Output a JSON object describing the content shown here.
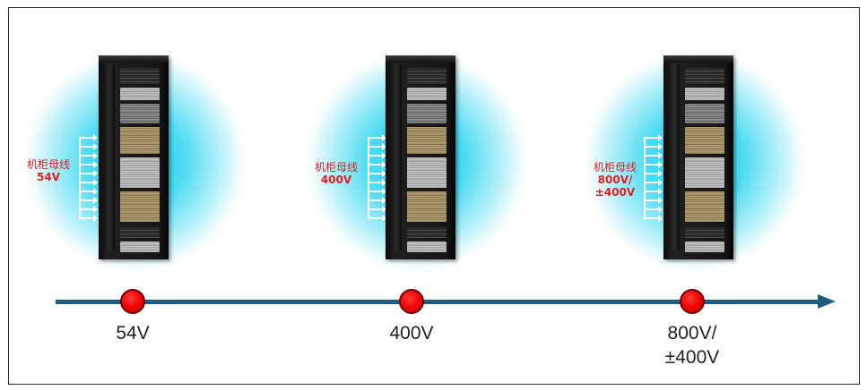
{
  "stages": [
    {
      "bus_label_line1": "机柜母线",
      "bus_label_line2": "54V",
      "bus_label_line3": "",
      "timeline_label": "54V"
    },
    {
      "bus_label_line1": "机柜母线",
      "bus_label_line2": "400V",
      "bus_label_line3": "",
      "timeline_label": "400V"
    },
    {
      "bus_label_line1": "机柜母线",
      "bus_label_line2": "800V/",
      "bus_label_line3": "±400V",
      "timeline_label": "800V/\n±400V"
    }
  ],
  "colors": {
    "glow": "#28cdeb",
    "label_red": "#e02020",
    "timeline": "#1f5c80",
    "marker": "#f00000"
  }
}
